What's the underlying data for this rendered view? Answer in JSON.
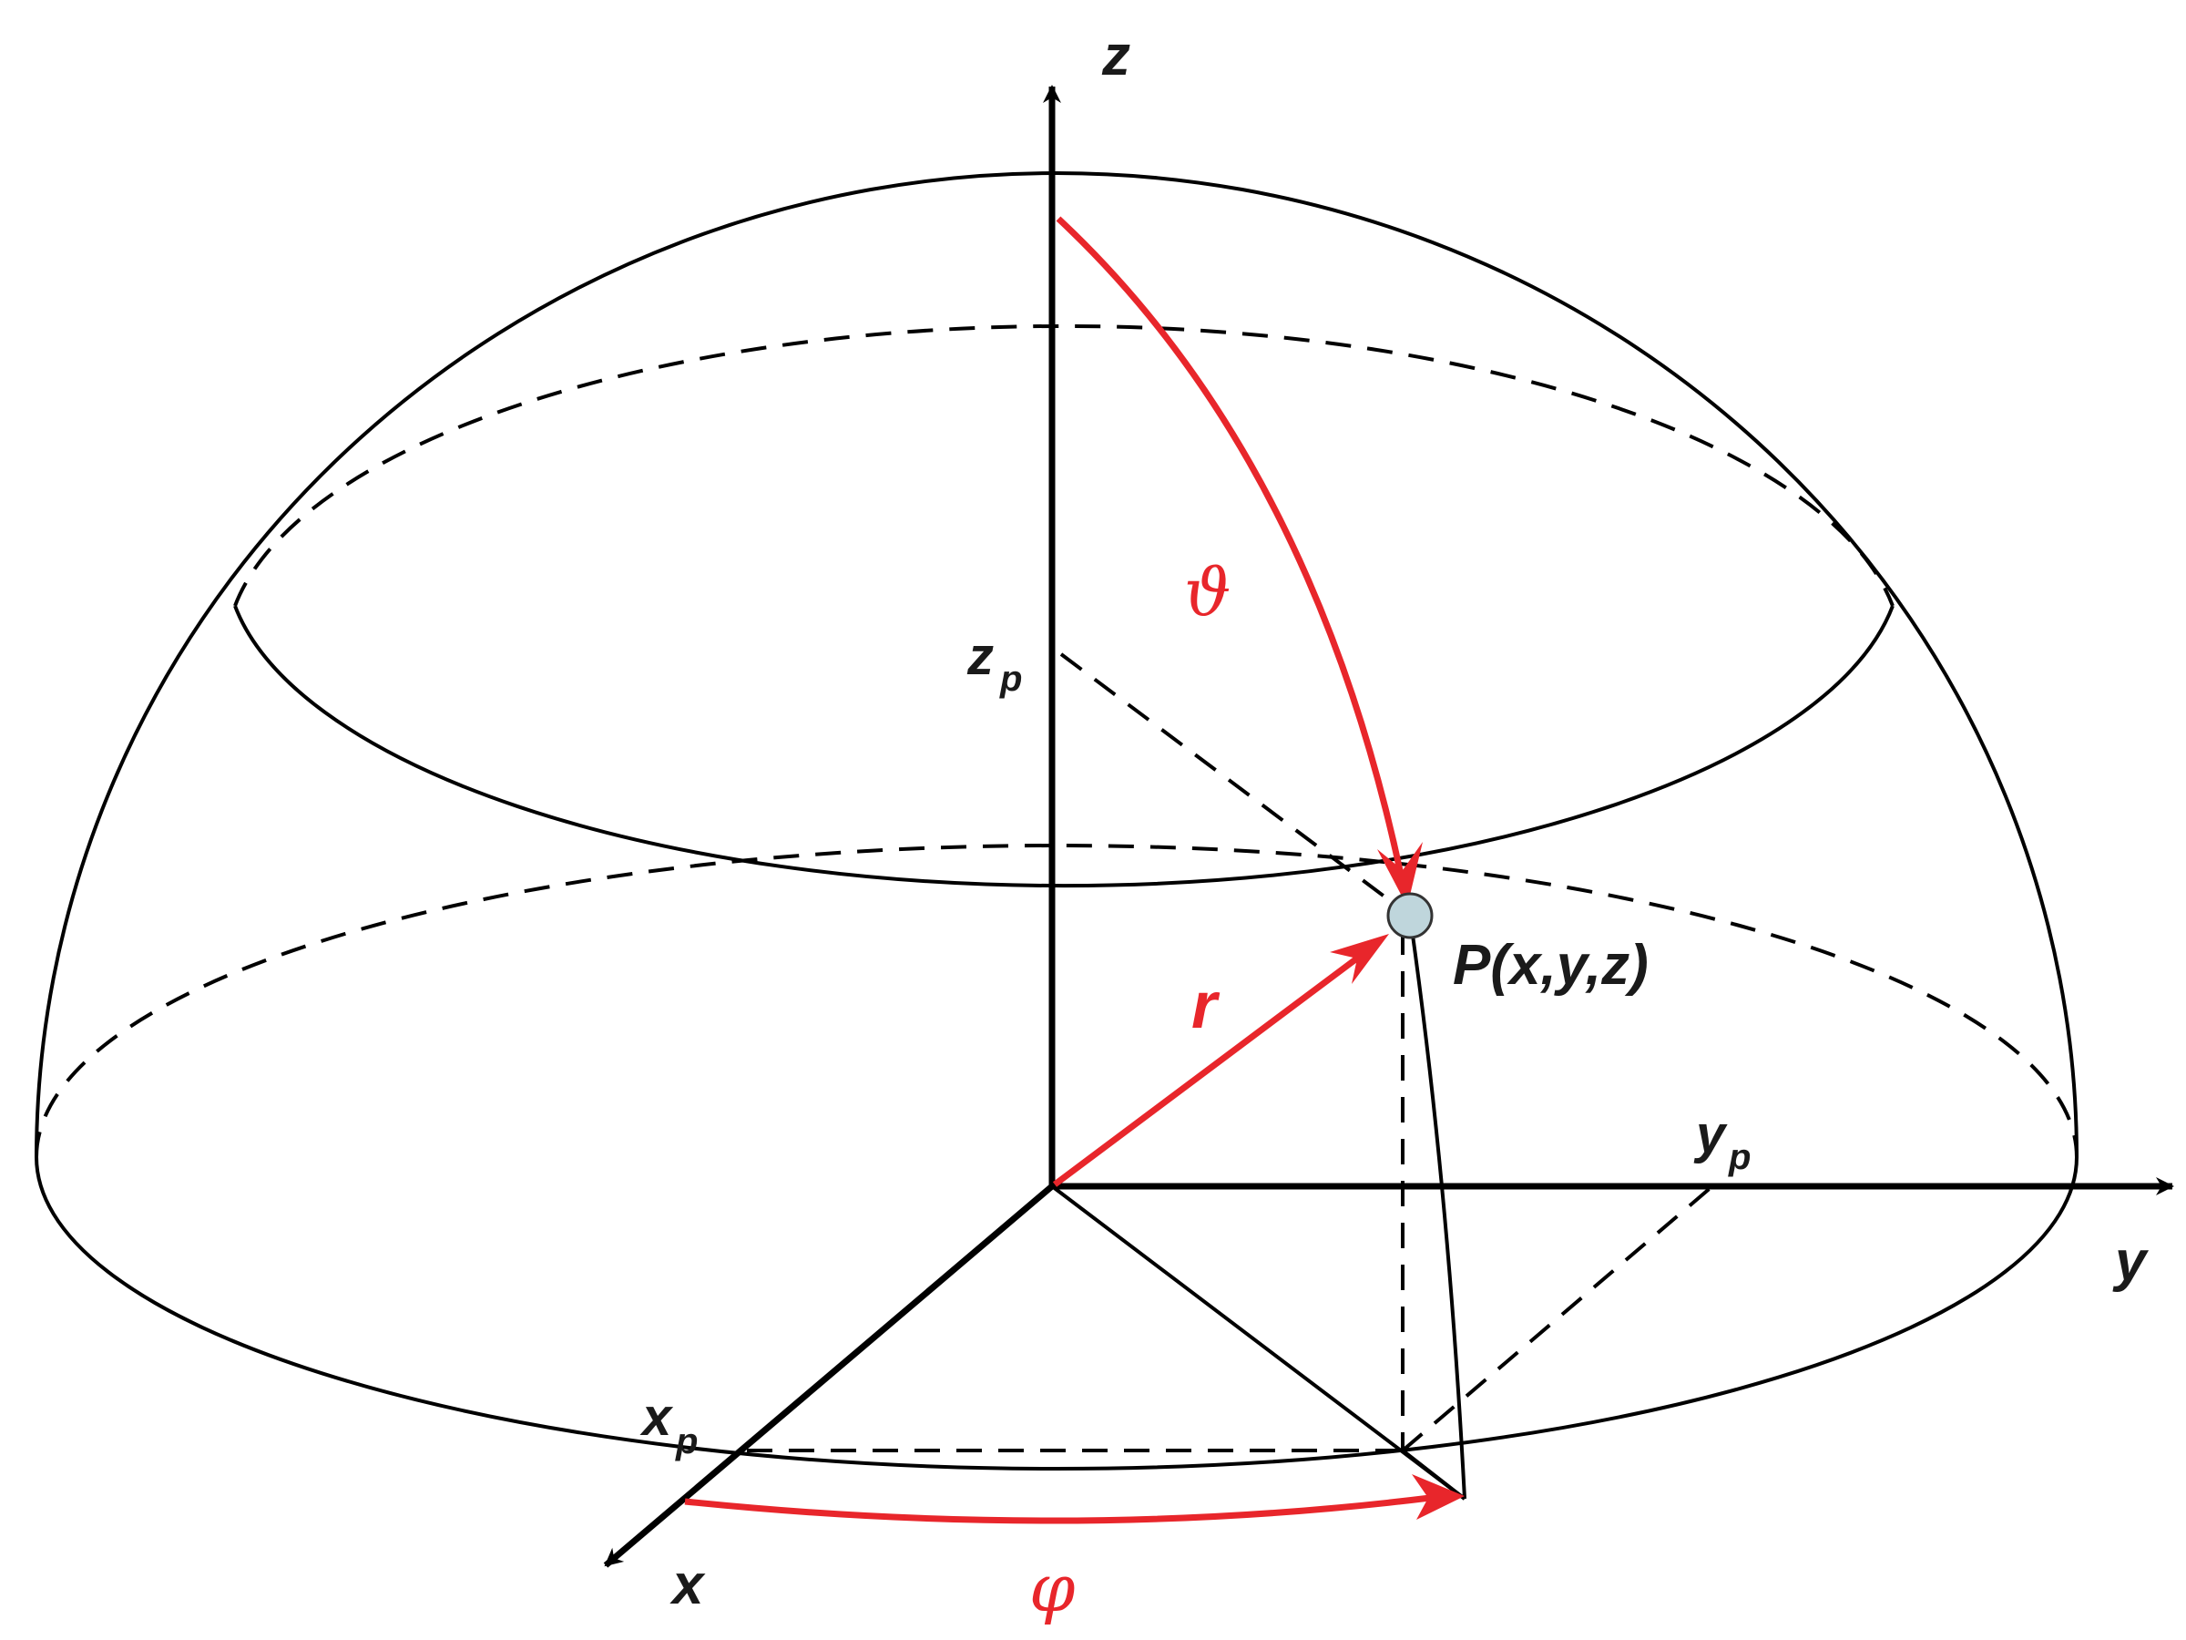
{
  "labels": {
    "axis_z": "z",
    "axis_y": "y",
    "axis_x": "x",
    "z_p_main": "z",
    "z_p_sub": "p",
    "y_p_main": "y",
    "y_p_sub": "p",
    "x_p_main": "x",
    "x_p_sub": "p",
    "theta": "ϑ",
    "phi": "φ",
    "r": "r",
    "point": "P(x,y,z)"
  },
  "colors": {
    "line": "#000000",
    "accent": "#e8262b",
    "point_fill": "#bfd6dc",
    "point_stroke": "#333333"
  }
}
